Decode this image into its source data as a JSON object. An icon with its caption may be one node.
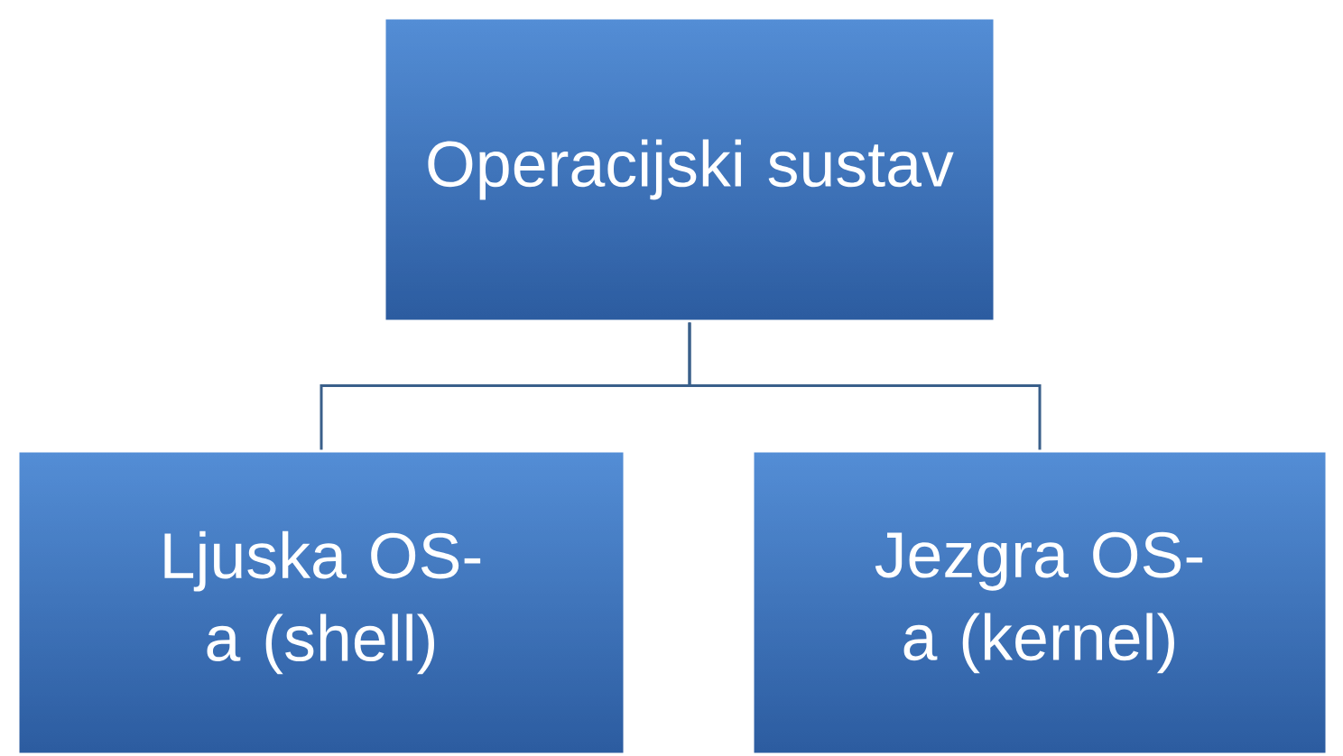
{
  "diagram": {
    "nodes": [
      {
        "text": [
          "Operacijski sustav"
        ]
      },
      {
        "text": [
          "Ljuska OS-a (shell)"
        ]
      },
      {
        "text": [
          "Jezgra OS-a (kernel)"
        ]
      }
    ],
    "edges": [
      {
        "from": 0,
        "to": 1,
        "arrow": "none"
      },
      {
        "from": 0,
        "to": 2,
        "arrow": "none"
      }
    ]
  }
}
